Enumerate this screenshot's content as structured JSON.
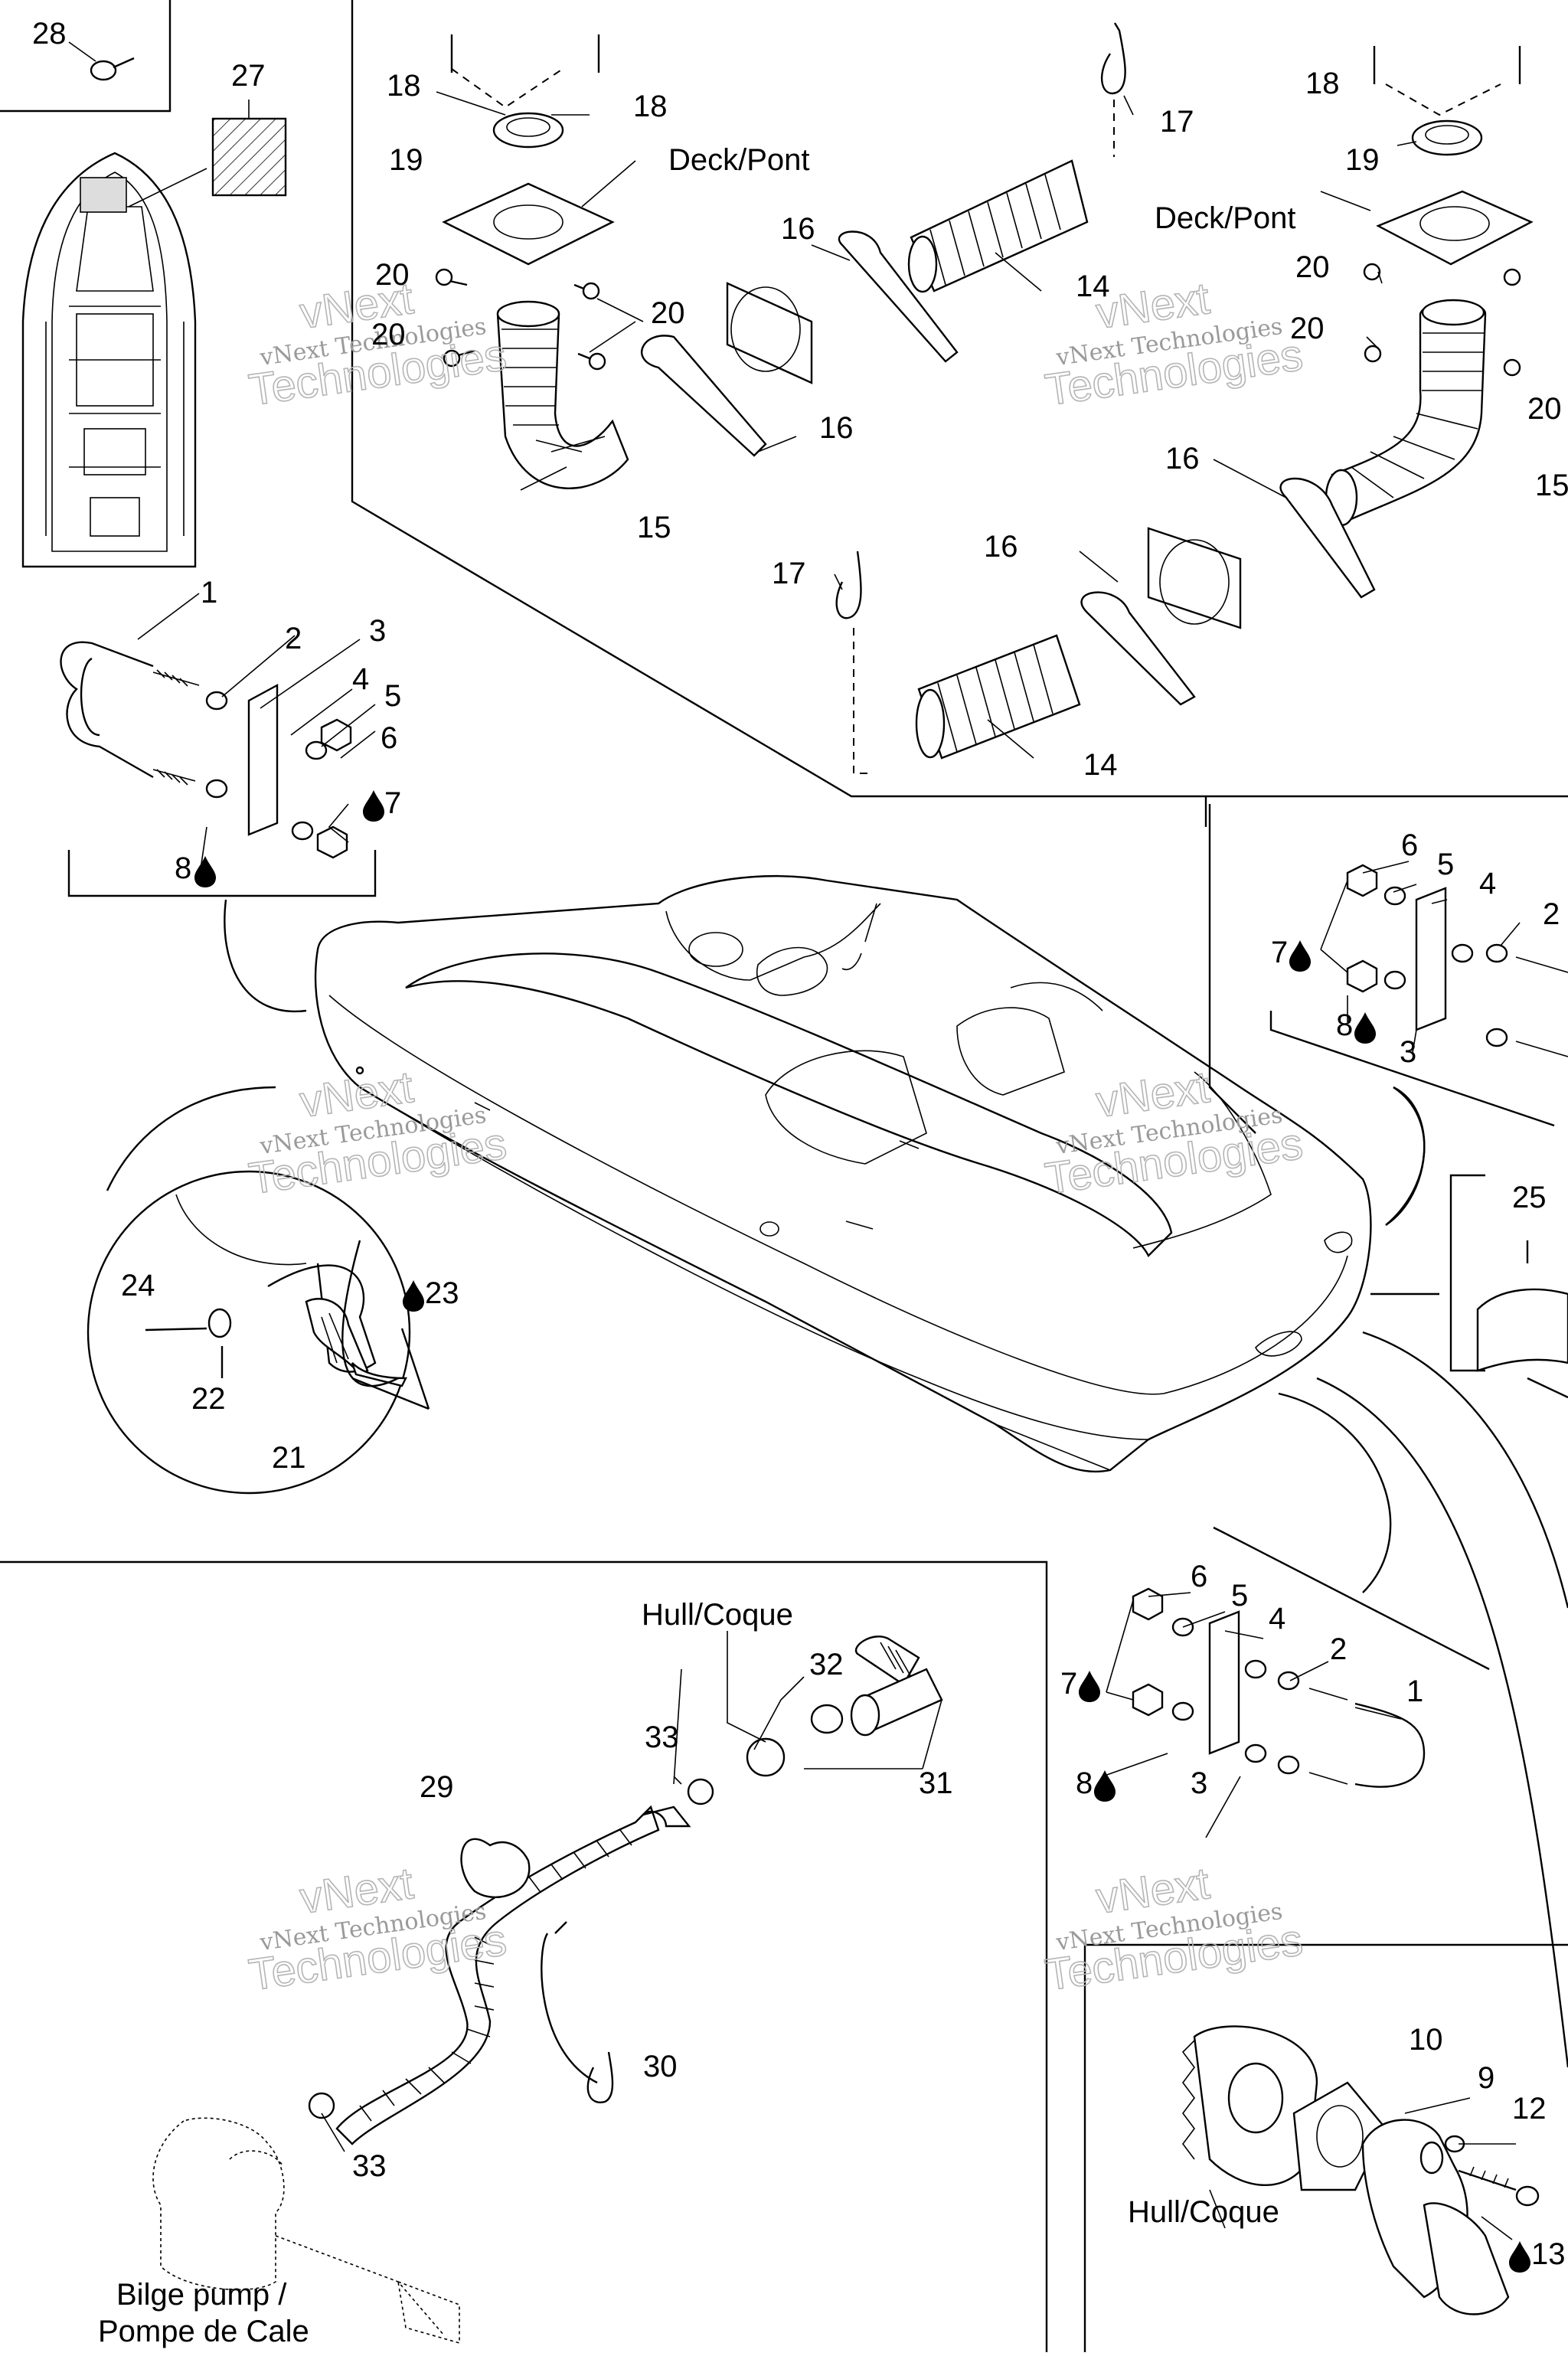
{
  "callouts": {
    "c1": "1",
    "c2": "2",
    "c3": "3",
    "c4": "4",
    "c5": "5",
    "c6": "6",
    "c7": "7",
    "c8": "8",
    "c9": "9",
    "c10": "10",
    "c12": "12",
    "c13": "13",
    "c14": "14",
    "c15": "15",
    "c16": "16",
    "c17": "17",
    "c18": "18",
    "c19": "19",
    "c20": "20",
    "c21": "21",
    "c22": "22",
    "c23": "23",
    "c24": "24",
    "c25": "25",
    "c27": "27",
    "c28": "28",
    "c29": "29",
    "c30": "30",
    "c31": "31",
    "c32": "32",
    "c33": "33"
  },
  "labels": {
    "deck": "Deck/Pont",
    "hull": "Hull/Coque",
    "bilge_line1": "Bilge pump /",
    "bilge_line2": "Pompe de Cale"
  },
  "watermark": {
    "line1": "vNext",
    "line2": "vNext Technologies",
    "line3": "Technologies"
  },
  "icons": {
    "sealant": "drop-icon"
  },
  "colors": {
    "ink": "#000000",
    "watermark": "#b5b5b5"
  }
}
